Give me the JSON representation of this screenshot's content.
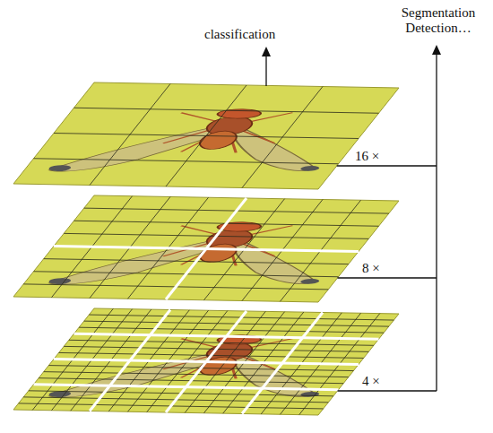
{
  "diagram": {
    "labels": [
      "classification",
      "Segmentation Detection…",
      "16 ×",
      "8 ×",
      "4 ×"
    ]
  }
}
